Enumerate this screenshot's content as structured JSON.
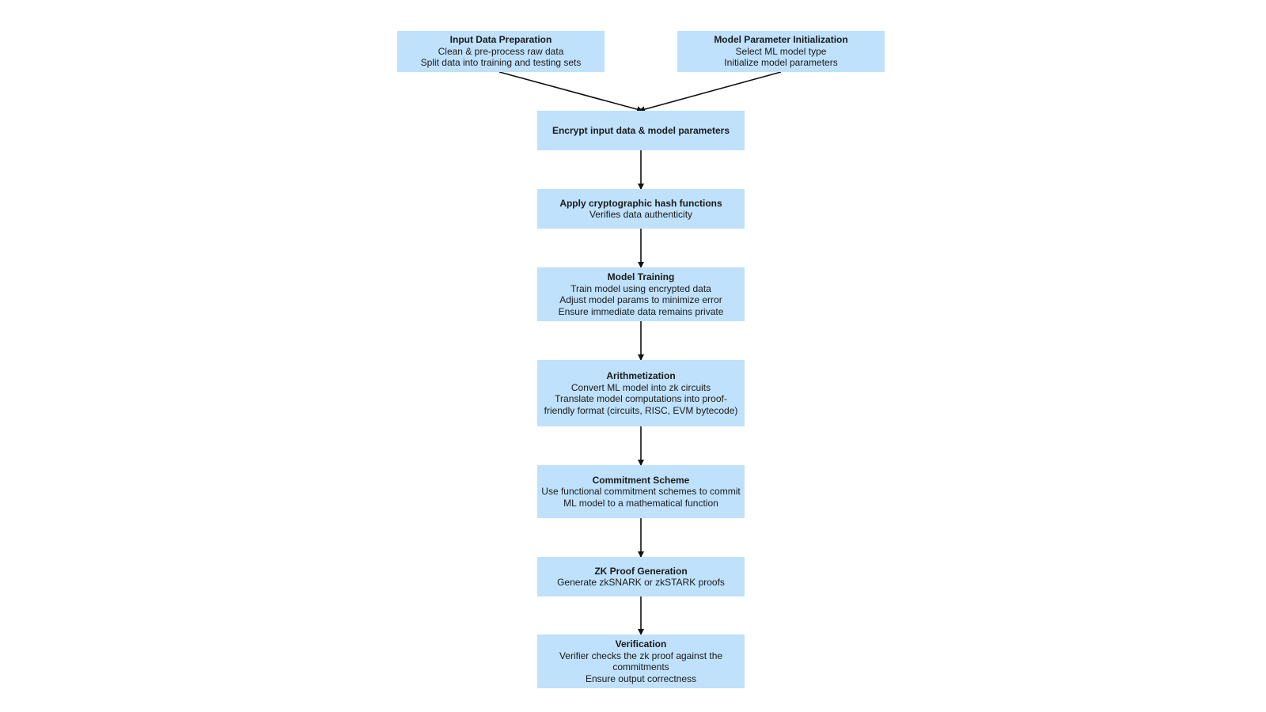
{
  "nodes": {
    "input_prep": {
      "title": "Input Data Preparation",
      "lines": [
        "Clean & pre-process raw data",
        "Split data into training and testing sets"
      ]
    },
    "model_init": {
      "title": "Model Parameter Initialization",
      "lines": [
        "Select ML model type",
        "Initialize model parameters"
      ]
    },
    "encrypt": {
      "title": "Encrypt input data & model parameters",
      "lines": []
    },
    "hash": {
      "title": "Apply cryptographic hash functions",
      "lines": [
        "Verifies data authenticity"
      ]
    },
    "training": {
      "title": "Model Training",
      "lines": [
        "Train model using encrypted data",
        "Adjust model params to minimize error",
        "Ensure immediate data remains private"
      ]
    },
    "arith": {
      "title": "Arithmetization",
      "lines": [
        "Convert ML model into zk circuits",
        "Translate model computations into proof-friendly format (circuits, RISC, EVM bytecode)"
      ]
    },
    "commit": {
      "title": "Commitment Scheme",
      "lines": [
        "Use functional commitment schemes to commit ML model to a mathematical function"
      ]
    },
    "zkproof": {
      "title": "ZK Proof Generation",
      "lines": [
        "Generate zkSNARK or zkSTARK proofs"
      ]
    },
    "verify": {
      "title": "Verification",
      "lines": [
        "Verifier checks the zk proof against the commitments",
        "Ensure output correctness"
      ]
    }
  },
  "edges": [
    {
      "from": "input_prep",
      "to": "encrypt"
    },
    {
      "from": "model_init",
      "to": "encrypt"
    },
    {
      "from": "encrypt",
      "to": "hash"
    },
    {
      "from": "hash",
      "to": "training"
    },
    {
      "from": "training",
      "to": "arith"
    },
    {
      "from": "arith",
      "to": "commit"
    },
    {
      "from": "commit",
      "to": "zkproof"
    },
    {
      "from": "zkproof",
      "to": "verify"
    }
  ],
  "colors": {
    "box_fill": "#bfe1fb",
    "arrow": "#111111",
    "text": "#1a1a1a"
  }
}
